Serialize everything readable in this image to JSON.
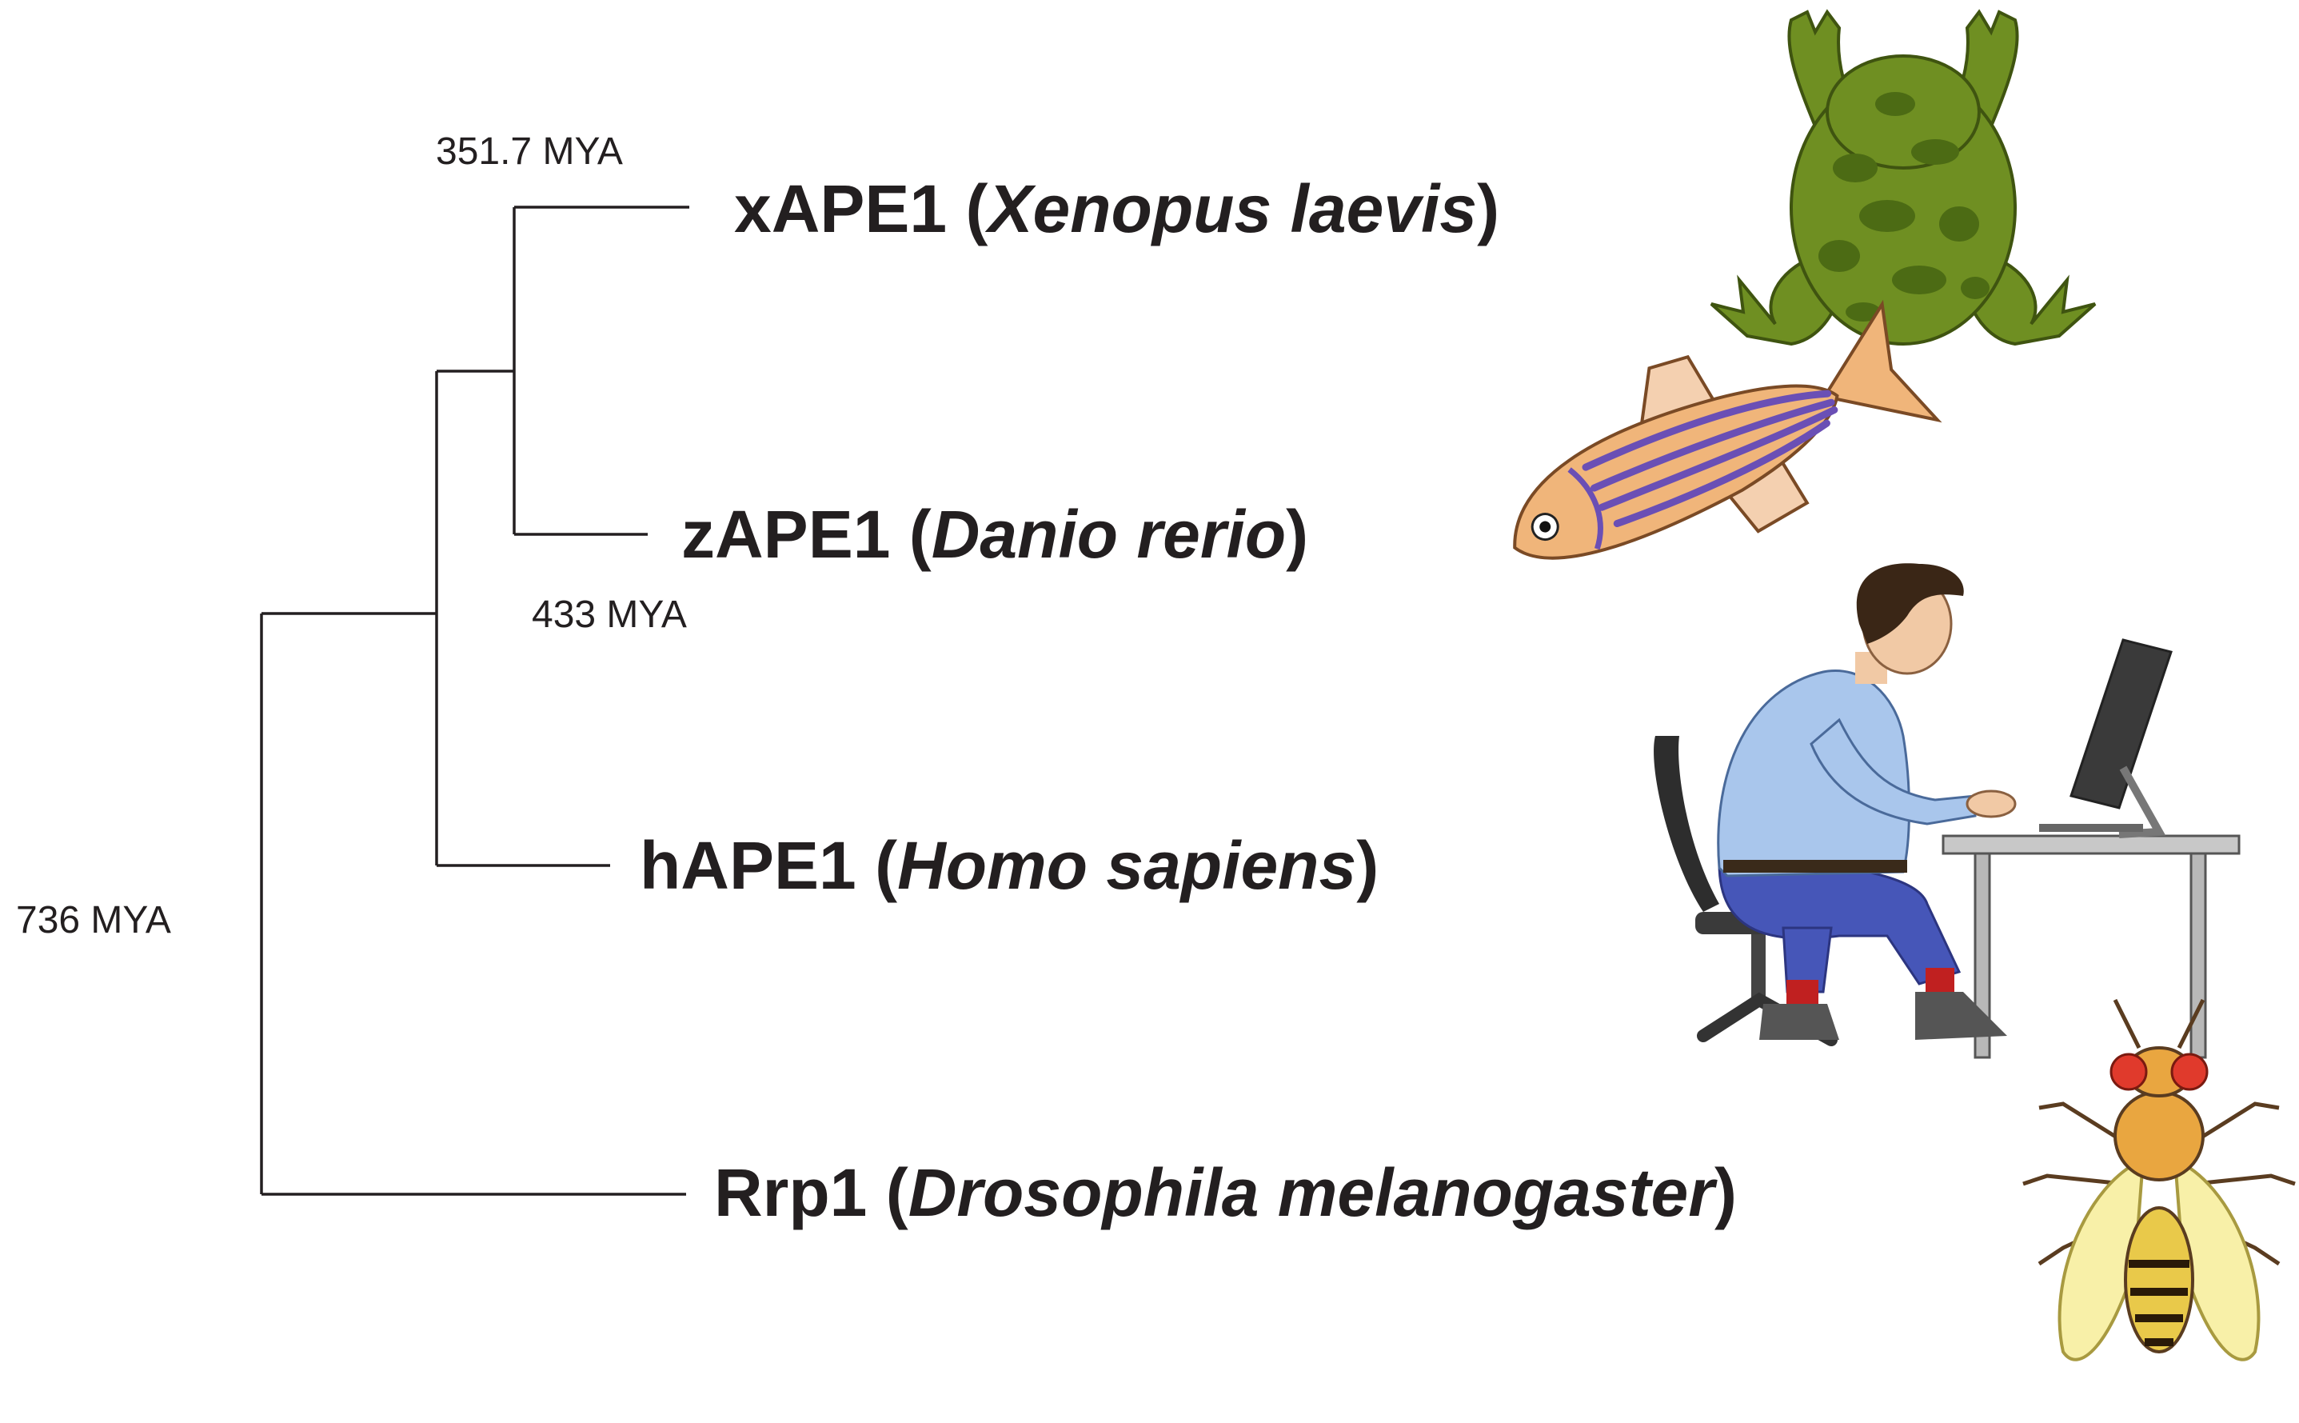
{
  "nodes": {
    "root": "736 MYA",
    "n433": "433 MYA",
    "n3517": "351.7 MYA"
  },
  "taxa": [
    {
      "gene": "xAPE1",
      "open": " (",
      "species": "Xenopus laevis",
      "close": ")",
      "icon": "frog-icon"
    },
    {
      "gene": "zAPE1",
      "open": " (",
      "species": "Danio rerio",
      "close": ")",
      "icon": "zebrafish-icon"
    },
    {
      "gene": "hAPE1",
      "open": " (",
      "species": "Homo sapiens",
      "close": ")",
      "icon": "human-at-computer-icon"
    },
    {
      "gene": "Rrp1",
      "open": " (",
      "species": "Drosophila melanogaster",
      "close": ")",
      "icon": "fruit-fly-icon"
    }
  ],
  "colors": {
    "frog": "#6f8f22",
    "frog_spots": "#4c6b14",
    "fish_body": "#f0b57a",
    "fish_stripes": "#6a4fb5",
    "shirt": "#a9c6ec",
    "pants": "#4656b8",
    "fly_body": "#e9c94a",
    "fly_eyes": "#e03a2c",
    "fly_wings": "#f8f0a8"
  }
}
